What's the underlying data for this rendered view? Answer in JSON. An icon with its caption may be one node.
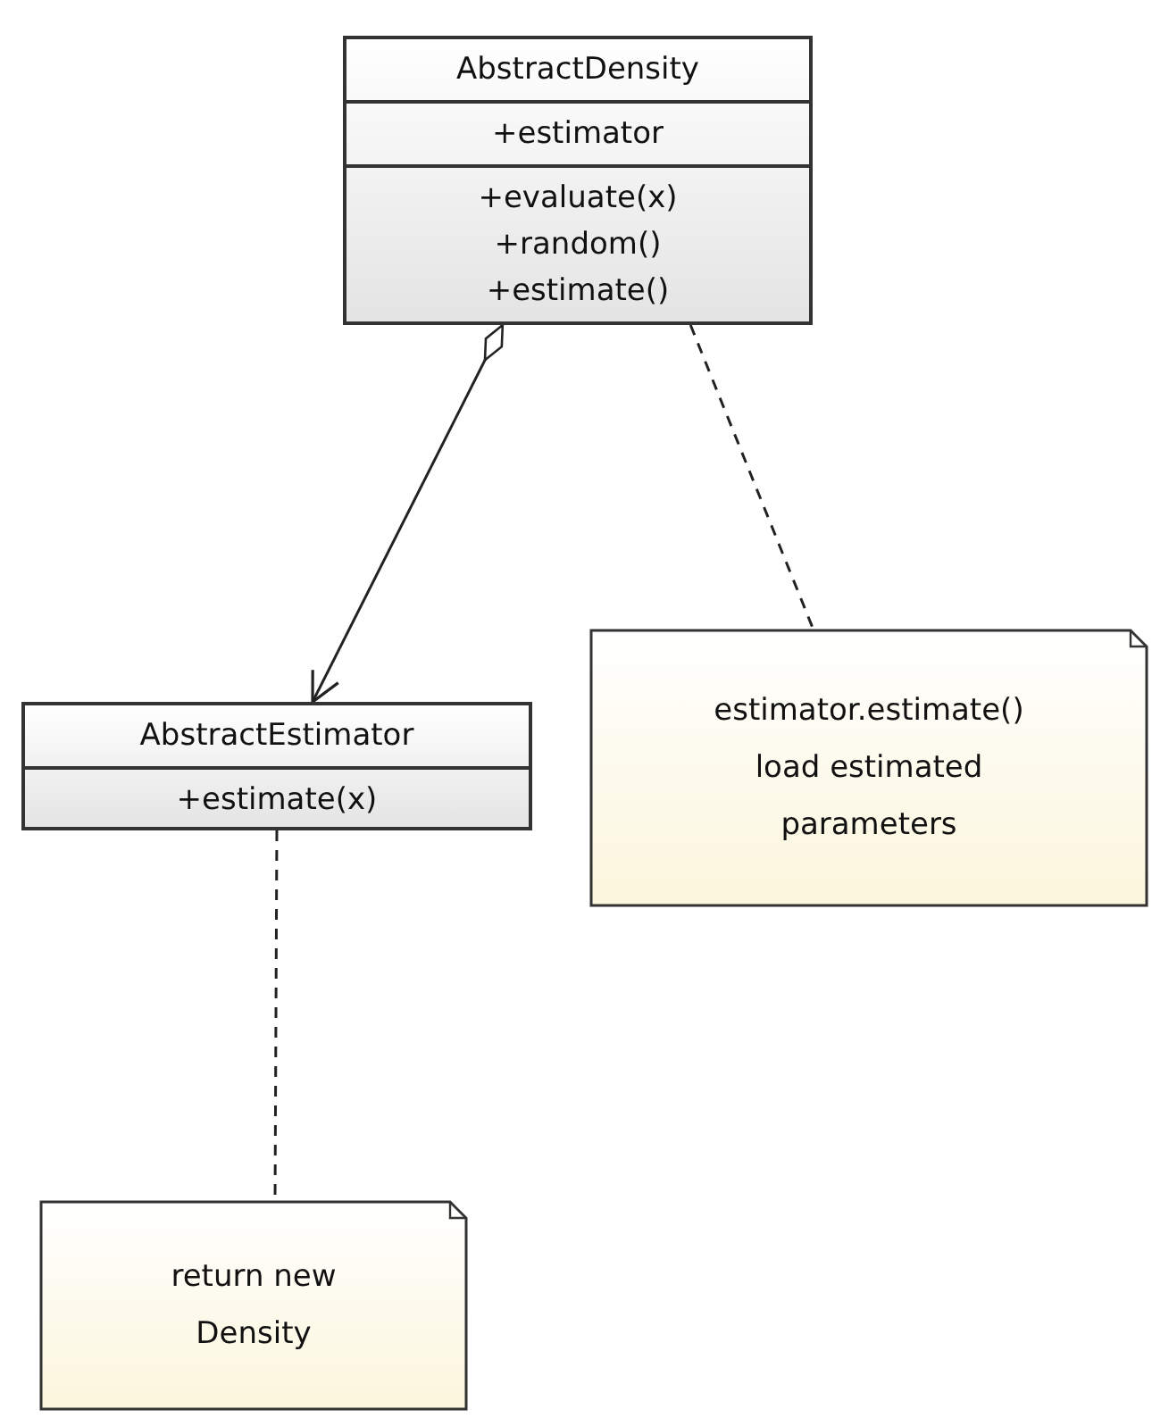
{
  "diagram": {
    "nodes": [
      {
        "text": [
          "AbstractDensity",
          "+estimator",
          "+evaluate(x)",
          "+random()",
          "+estimate()"
        ]
      },
      {
        "text": [
          "AbstractEstimator",
          "+estimate(x)"
        ]
      },
      {
        "text": [
          "estimator.estimate() load estimated parameters"
        ]
      },
      {
        "text": [
          "return new Density"
        ]
      }
    ],
    "edges": [
      {
        "from": 0,
        "to": 1,
        "arrow": "to"
      },
      {
        "from": 0,
        "to": 2,
        "arrow": "none",
        "style": "dashed"
      },
      {
        "from": 1,
        "to": 3,
        "arrow": "none",
        "style": "dashed"
      }
    ]
  }
}
